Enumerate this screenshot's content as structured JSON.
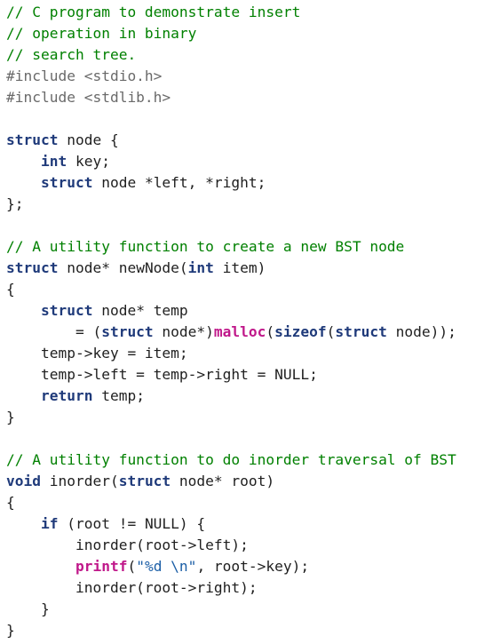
{
  "colors": {
    "comment": "#008000",
    "preprocessor": "#6a6a6a",
    "keyword": "#1f3a7a",
    "function": "#c0188a",
    "string": "#1b5ea6",
    "text": "#1f1f1f"
  },
  "lines": [
    [
      {
        "t": "comment",
        "v": "// C program to demonstrate insert"
      }
    ],
    [
      {
        "t": "comment",
        "v": "// operation in binary"
      }
    ],
    [
      {
        "t": "comment",
        "v": "// search tree."
      }
    ],
    [
      {
        "t": "pre",
        "v": "#include <stdio.h>"
      }
    ],
    [
      {
        "t": "pre",
        "v": "#include <stdlib.h>"
      }
    ],
    [],
    [
      {
        "t": "kw",
        "v": "struct"
      },
      {
        "t": "plain",
        "v": " node {"
      }
    ],
    [
      {
        "t": "plain",
        "v": "    "
      },
      {
        "t": "kw",
        "v": "int"
      },
      {
        "t": "plain",
        "v": " key;"
      }
    ],
    [
      {
        "t": "plain",
        "v": "    "
      },
      {
        "t": "kw",
        "v": "struct"
      },
      {
        "t": "plain",
        "v": " node *left, *right;"
      }
    ],
    [
      {
        "t": "plain",
        "v": "};"
      }
    ],
    [],
    [
      {
        "t": "comment",
        "v": "// A utility function to create a new BST node"
      }
    ],
    [
      {
        "t": "kw",
        "v": "struct"
      },
      {
        "t": "plain",
        "v": " node* newNode("
      },
      {
        "t": "kw",
        "v": "int"
      },
      {
        "t": "plain",
        "v": " item)"
      }
    ],
    [
      {
        "t": "plain",
        "v": "{"
      }
    ],
    [
      {
        "t": "plain",
        "v": "    "
      },
      {
        "t": "kw",
        "v": "struct"
      },
      {
        "t": "plain",
        "v": " node* temp"
      }
    ],
    [
      {
        "t": "plain",
        "v": "        = ("
      },
      {
        "t": "kw",
        "v": "struct"
      },
      {
        "t": "plain",
        "v": " node*)"
      },
      {
        "t": "fn",
        "v": "malloc"
      },
      {
        "t": "plain",
        "v": "("
      },
      {
        "t": "kw",
        "v": "sizeof"
      },
      {
        "t": "plain",
        "v": "("
      },
      {
        "t": "kw",
        "v": "struct"
      },
      {
        "t": "plain",
        "v": " node));"
      }
    ],
    [
      {
        "t": "plain",
        "v": "    temp->key = item;"
      }
    ],
    [
      {
        "t": "plain",
        "v": "    temp->left = temp->right = NULL;"
      }
    ],
    [
      {
        "t": "plain",
        "v": "    "
      },
      {
        "t": "kw",
        "v": "return"
      },
      {
        "t": "plain",
        "v": " temp;"
      }
    ],
    [
      {
        "t": "plain",
        "v": "}"
      }
    ],
    [],
    [
      {
        "t": "comment",
        "v": "// A utility function to do inorder traversal of BST"
      }
    ],
    [
      {
        "t": "kw",
        "v": "void"
      },
      {
        "t": "plain",
        "v": " inorder("
      },
      {
        "t": "kw",
        "v": "struct"
      },
      {
        "t": "plain",
        "v": " node* root)"
      }
    ],
    [
      {
        "t": "plain",
        "v": "{"
      }
    ],
    [
      {
        "t": "plain",
        "v": "    "
      },
      {
        "t": "kw",
        "v": "if"
      },
      {
        "t": "plain",
        "v": " (root != NULL) {"
      }
    ],
    [
      {
        "t": "plain",
        "v": "        inorder(root->left);"
      }
    ],
    [
      {
        "t": "plain",
        "v": "        "
      },
      {
        "t": "fn",
        "v": "printf"
      },
      {
        "t": "plain",
        "v": "("
      },
      {
        "t": "str",
        "v": "\"%d \\n\""
      },
      {
        "t": "plain",
        "v": ", root->key);"
      }
    ],
    [
      {
        "t": "plain",
        "v": "        inorder(root->right);"
      }
    ],
    [
      {
        "t": "plain",
        "v": "    }"
      }
    ],
    [
      {
        "t": "plain",
        "v": "}"
      }
    ]
  ]
}
